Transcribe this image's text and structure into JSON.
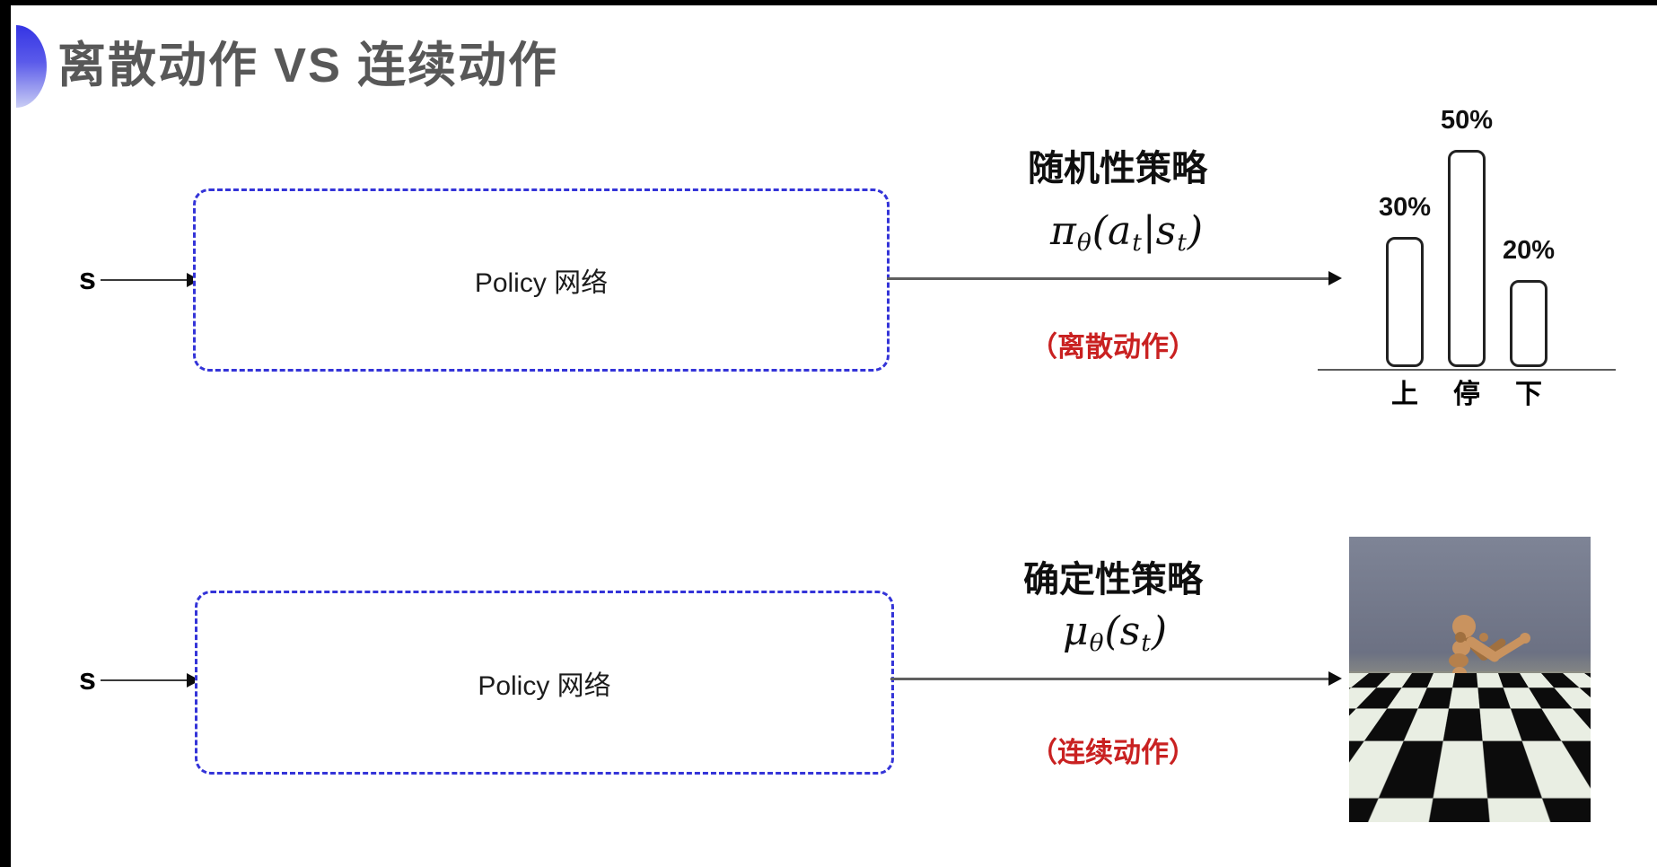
{
  "slide": {
    "title": "离散动作 VS 连续动作",
    "title_color": "#585858",
    "accent_top": "#3434e4",
    "accent_bottom": "#c9cdf4",
    "box_border_color": "#3434d8",
    "note_color": "#c92121"
  },
  "stochastic_flow": {
    "input_label": "s",
    "box_label": "Policy 网络",
    "policy_label": "随机性策略",
    "formula": [
      {
        "t": "π"
      },
      {
        "t": "θ",
        "sub": true
      },
      {
        "t": "("
      },
      {
        "t": "a"
      },
      {
        "t": "t",
        "sub": true
      },
      {
        "t": "|"
      },
      {
        "t": "s"
      },
      {
        "t": "t",
        "sub": true
      },
      {
        "t": ")"
      }
    ],
    "action_note": "（离散动作）"
  },
  "deterministic_flow": {
    "input_label": "s",
    "box_label": "Policy 网络",
    "policy_label": "确定性策略",
    "formula": [
      {
        "t": "μ"
      },
      {
        "t": "θ",
        "sub": true
      },
      {
        "t": "("
      },
      {
        "t": "s"
      },
      {
        "t": "t",
        "sub": true
      },
      {
        "t": ")"
      }
    ],
    "action_note": "（连续动作）"
  },
  "chart_data": {
    "type": "bar",
    "categories": [
      "上",
      "停",
      "下"
    ],
    "values": [
      30,
      50,
      20
    ],
    "value_labels": [
      "30%",
      "50%",
      "20%"
    ],
    "ylim": [
      0,
      50
    ],
    "grid": false,
    "legend": "none",
    "bar_style": "outlined-rounded",
    "bar_outline_color": "#222222"
  },
  "scene": {
    "alt": "humanoid robot running on checkerboard floor",
    "sky_top": "#7e8496",
    "sky_bottom": "#6c7183",
    "horizon_haze": "#8f9084",
    "floor_dark": "#0c0c0c",
    "floor_light": "#e9eee3",
    "body_color": "#c9935f",
    "body_shade": "#a0703f"
  }
}
